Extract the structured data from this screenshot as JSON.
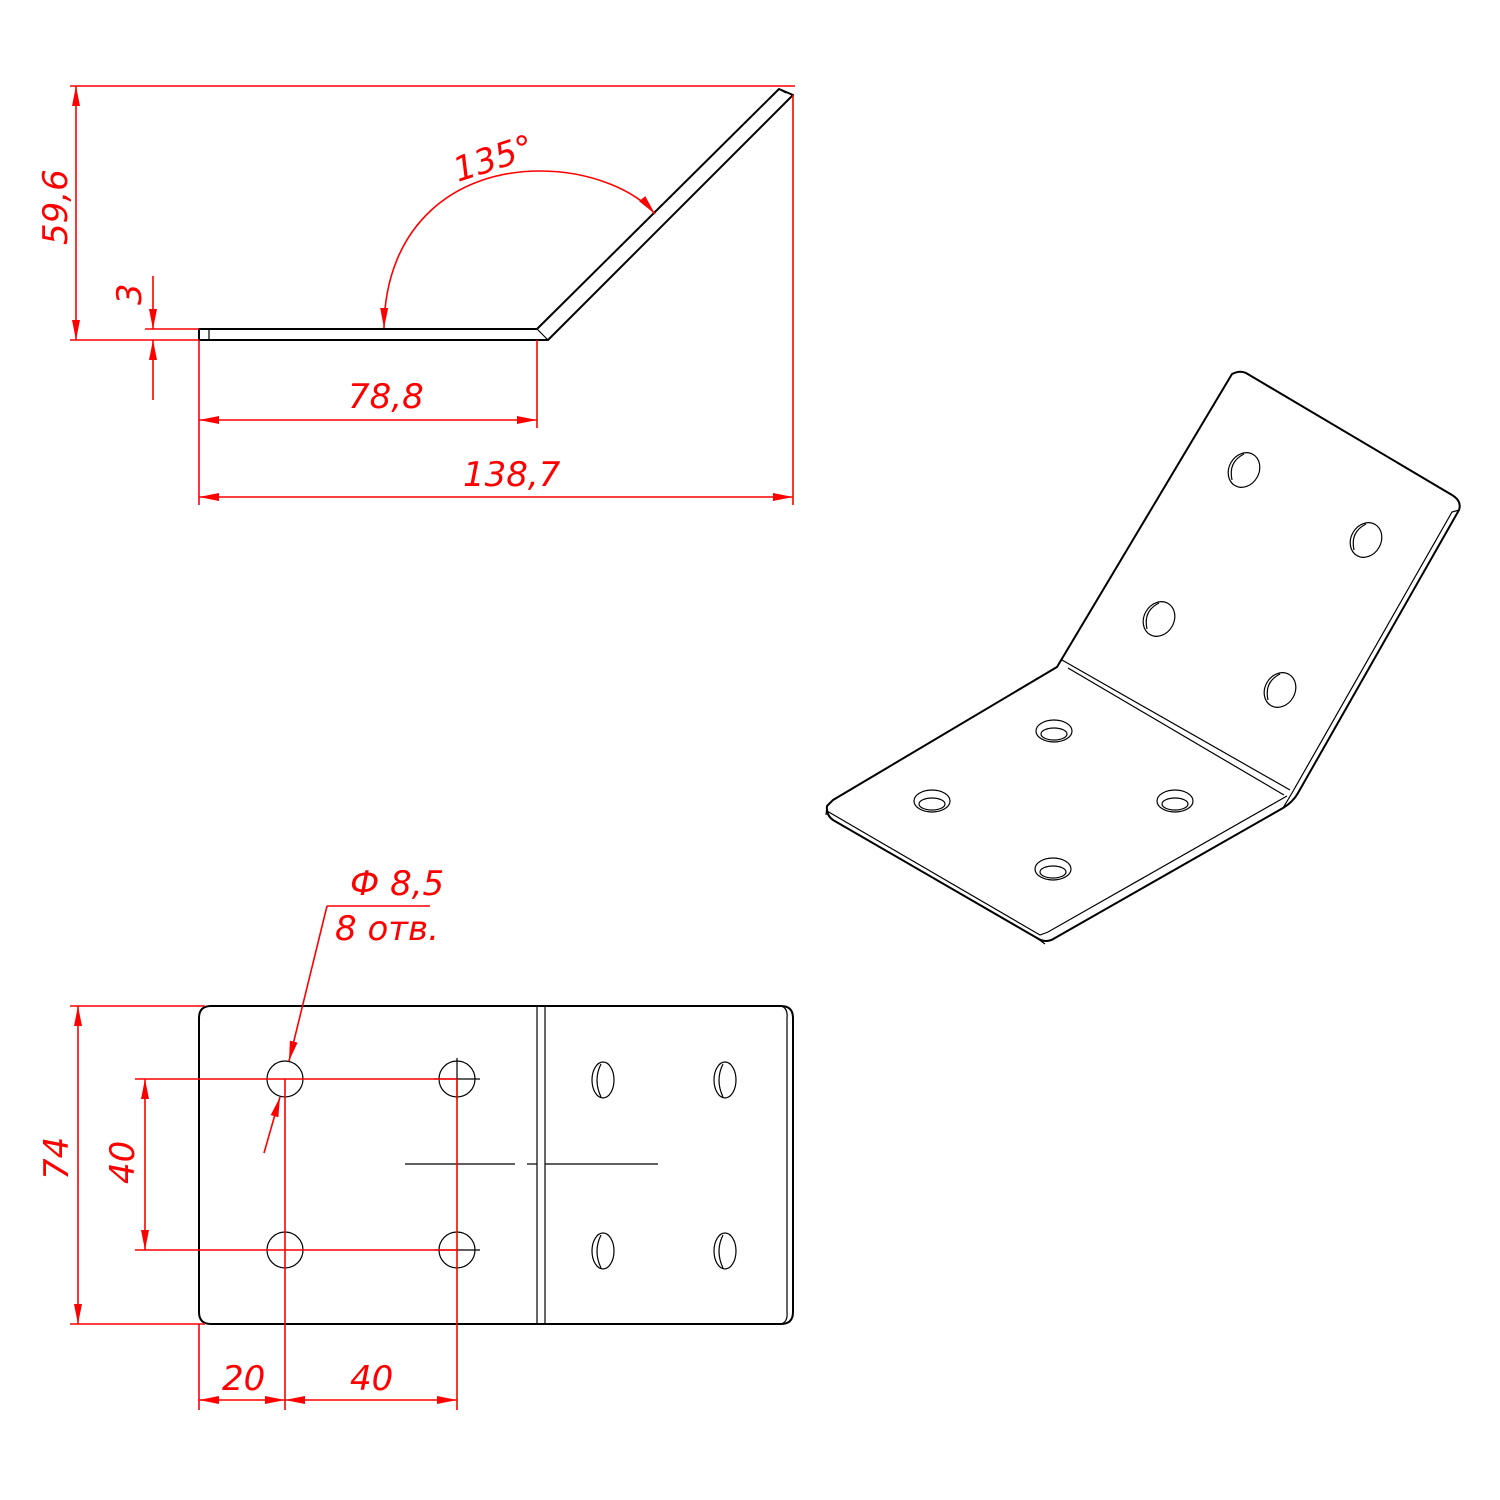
{
  "dimensions": {
    "side_height": "59,6",
    "thickness": "3",
    "flat_length": "78,8",
    "overall_length": "138,7",
    "bend_angle": "135°",
    "hole_diameter": "Ф 8,5",
    "hole_count": "8 отв.",
    "plate_width": "74",
    "hole_spacing_vertical": "40",
    "edge_offset": "20",
    "hole_spacing_horizontal": "40"
  },
  "colors": {
    "part": "#000000",
    "dimension": "#ff0000",
    "background": "#ffffff"
  }
}
